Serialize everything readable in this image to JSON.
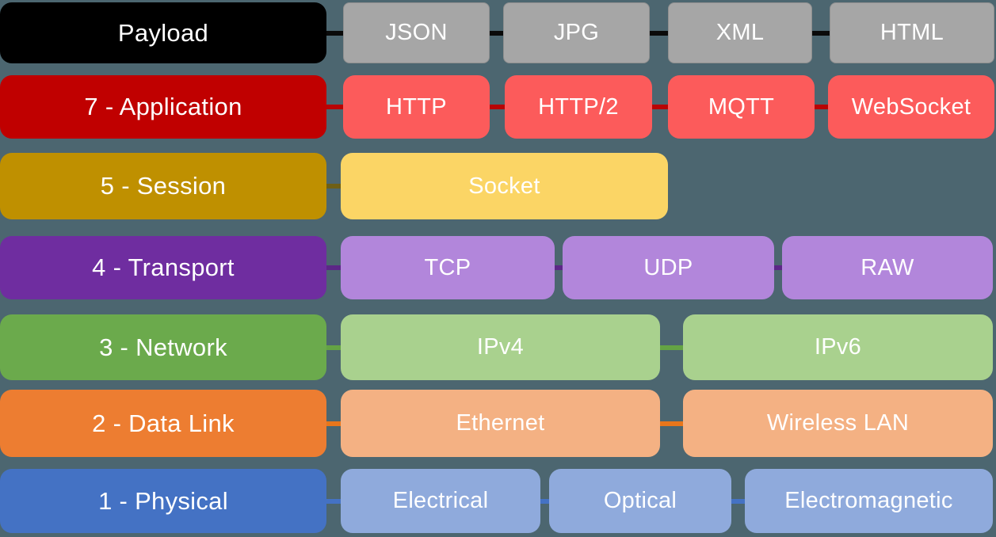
{
  "diagram": {
    "background_color": "#4C6670",
    "rows": [
      {
        "label": "Payload",
        "colors": {
          "label": "#000000",
          "child": "#A6A6A6",
          "connector": "#0A0A0A",
          "text": "#FFFFFF"
        },
        "children": [
          "JSON",
          "JPG",
          "XML",
          "HTML"
        ]
      },
      {
        "label": "7 - Application",
        "colors": {
          "label": "#C00000",
          "child": "#FC5B5B",
          "connector": "#B80404",
          "text": "#FFFFFF"
        },
        "children": [
          "HTTP",
          "HTTP/2",
          "MQTT",
          "WebSocket"
        ]
      },
      {
        "label": "5 - Session",
        "colors": {
          "label": "#BF9000",
          "child": "#FBD565",
          "connector": "#6F5F15",
          "text": "#FFFFFF"
        },
        "children": [
          "Socket"
        ]
      },
      {
        "label": "4 - Transport",
        "colors": {
          "label": "#6F2DA0",
          "child": "#B286DB",
          "connector": "#5C2787",
          "text": "#FFFFFF"
        },
        "children": [
          "TCP",
          "UDP",
          "RAW"
        ]
      },
      {
        "label": "3 - Network",
        "colors": {
          "label": "#6BAA4C",
          "child": "#A9D18E",
          "connector": "#64A344",
          "text": "#FFFFFF"
        },
        "children": [
          "IPv4",
          "IPv6"
        ]
      },
      {
        "label": "2 - Data Link",
        "colors": {
          "label": "#ED7D31",
          "child": "#F4B183",
          "connector": "#E8761B",
          "text": "#FFFFFF"
        },
        "children": [
          "Ethernet",
          "Wireless LAN"
        ]
      },
      {
        "label": "1 - Physical",
        "colors": {
          "label": "#4472C4",
          "child": "#8FAADC",
          "connector": "#4472C4",
          "text": "#FFFFFF"
        },
        "children": [
          "Electrical",
          "Optical",
          "Electromagnetic"
        ]
      }
    ]
  }
}
